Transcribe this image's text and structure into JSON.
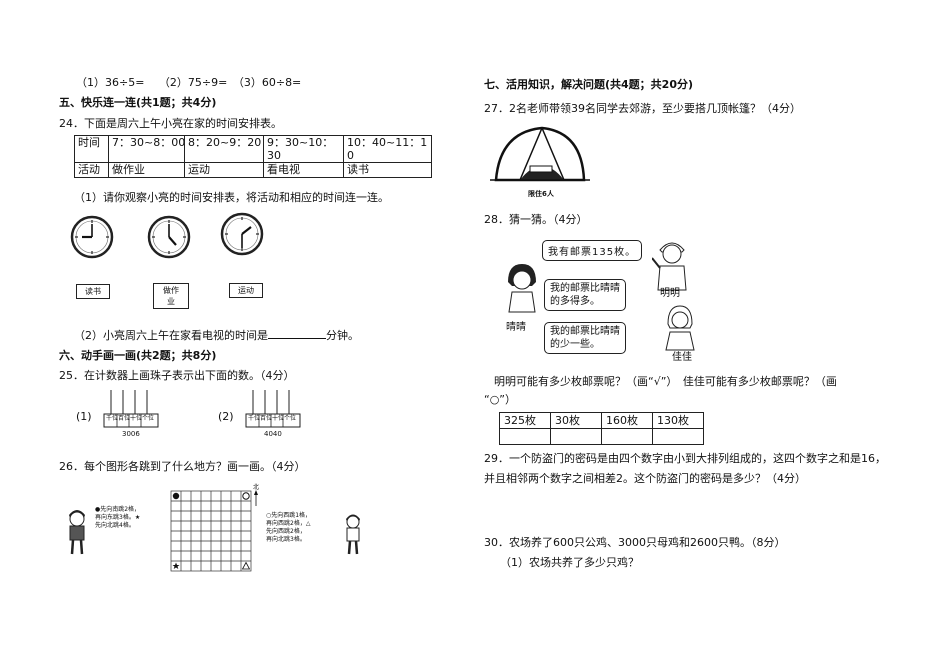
{
  "left": {
    "q_divisions": "（1）36÷5=　 （2）75÷9=　（3）60÷8=",
    "sec5_title": "五、快乐连一连(共1题；共4分)",
    "q24": {
      "stem": "24．下面是周六上午小亮在家的时间安排表。",
      "table": {
        "row1": [
          "时间",
          "7：30~8：00",
          "8：20~9：20",
          "9：30~10：30",
          "10：40~11：10"
        ],
        "row2": [
          "活动",
          "做作业",
          "运动",
          "看电视",
          "读书"
        ]
      },
      "sub1": "（1）请你观察小亮的时间安排表，将活动和相应的时间连一连。",
      "activities": [
        "读书",
        "做作业",
        "运动"
      ],
      "sub2_before": "（2）小亮周六上午在家看电视的时间是",
      "sub2_after": "分钟。"
    },
    "sec6_title": "六、动手画一画(共2题；共8分)",
    "q25": {
      "stem": "25．在计数器上画珠子表示出下面的数。（4分）",
      "label1": "(1)",
      "label2": "(2)",
      "place_names": [
        "千位",
        "百位",
        "十位",
        "个位"
      ],
      "num1": "3006",
      "num2": "4040"
    },
    "q26": {
      "stem": "26．每个图形各跳到了什么地方？画一画。（4分）",
      "left_note": [
        "●先向南跳2格，",
        "再向东跳3格。★",
        "先向北跳4格。"
      ],
      "right_note": [
        "○先向西跳1格，",
        "再向西跳2格，△",
        "先向西跳2格，",
        "再向北跳3格。"
      ],
      "north": "北"
    }
  },
  "right": {
    "sec7_title": "七、活用知识，解决问题(共4题；共20分)",
    "q27": {
      "stem": "27．2名老师带领39名同学去郊游，至少要搭几顶帐篷？（4分）",
      "tent_caption": "限住6人"
    },
    "q28": {
      "stem": "28．猜一猜。（4分）",
      "bubble1": "我有邮票135枚。",
      "bubble2": [
        "我的邮票比晴晴",
        "的多得多。"
      ],
      "bubble3": [
        "我的邮票比晴晴",
        "的少一些。"
      ],
      "names": [
        "明明",
        "晴晴",
        "佳佳"
      ],
      "question_l1": "明明可能有多少枚邮票呢？（画“√”）　佳佳可能有多少枚邮票呢？（画",
      "question_l2": "“○”）",
      "options": [
        "325枚",
        "30枚",
        "160枚",
        "130枚"
      ]
    },
    "q29": {
      "l1": "29．一个防盗门的密码是由四个数字由小到大排列组成的，这四个数字之和是16，",
      "l2": "并且相邻两个数字之间相差2。这个防盗门的密码是多少？（4分）"
    },
    "q30": {
      "stem": "30．农场养了600只公鸡、3000只母鸡和2600只鸭。（8分）",
      "sub1": "（1）农场共养了多少只鸡？"
    }
  }
}
